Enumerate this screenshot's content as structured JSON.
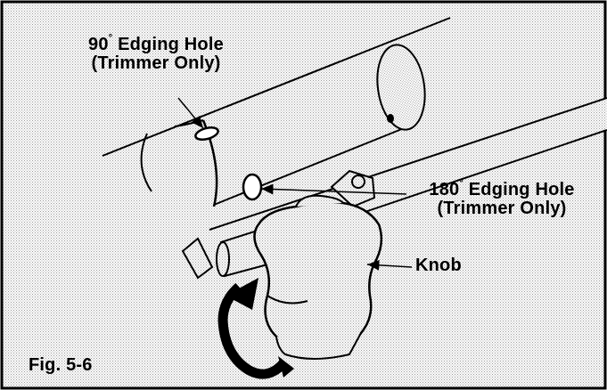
{
  "figure_label": "Fig. 5-6",
  "callouts": {
    "edging_90": {
      "line1": "90",
      "deg": "°",
      "line1_rest": " Edging Hole",
      "line2": "(Trimmer Only)"
    },
    "edging_180": {
      "line1": "180",
      "deg": "°",
      "line1_rest": " Edging Hole",
      "line2": "(Trimmer Only)"
    },
    "knob": {
      "label": "Knob"
    }
  },
  "colors": {
    "ink": "#000000",
    "background": "#ffffff",
    "stipple": "#bdbdbd"
  },
  "icons": {
    "rotation_arrow": "curved-arrow-icon"
  }
}
